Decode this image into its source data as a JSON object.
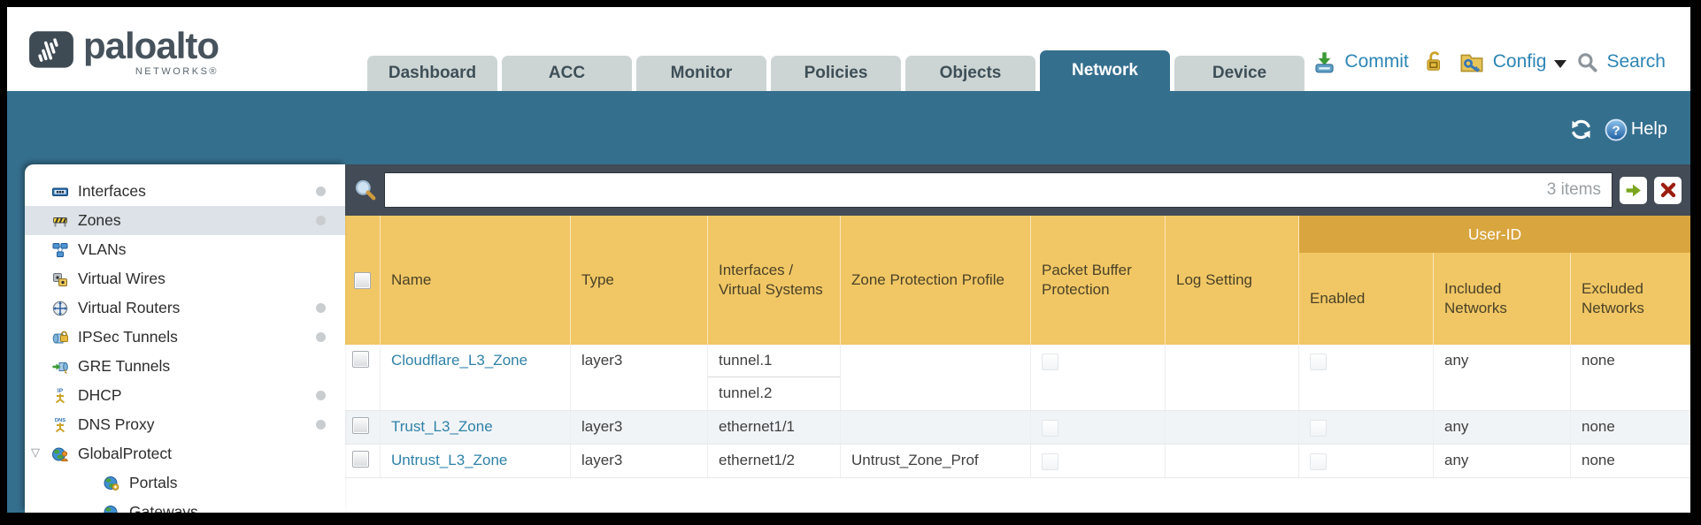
{
  "app": {
    "brand": "paloalto",
    "brand_sub": "NETWORKS®"
  },
  "nav": {
    "tabs": [
      {
        "label": "Dashboard",
        "active": false
      },
      {
        "label": "ACC",
        "active": false
      },
      {
        "label": "Monitor",
        "active": false
      },
      {
        "label": "Policies",
        "active": false
      },
      {
        "label": "Objects",
        "active": false
      },
      {
        "label": "Network",
        "active": true
      },
      {
        "label": "Device",
        "active": false
      }
    ],
    "actions": {
      "commit": "Commit",
      "config": "Config",
      "search": "Search"
    }
  },
  "toolbar": {
    "help": "Help"
  },
  "sidebar": {
    "items": [
      {
        "label": "Interfaces",
        "icon": "interfaces-icon",
        "selected": false,
        "has_status_dot": true,
        "indent": 0
      },
      {
        "label": "Zones",
        "icon": "zones-icon",
        "selected": true,
        "has_status_dot": true,
        "indent": 0
      },
      {
        "label": "VLANs",
        "icon": "vlans-icon",
        "selected": false,
        "has_status_dot": false,
        "indent": 0
      },
      {
        "label": "Virtual Wires",
        "icon": "virtual-wires-icon",
        "selected": false,
        "has_status_dot": false,
        "indent": 0
      },
      {
        "label": "Virtual Routers",
        "icon": "virtual-routers-icon",
        "selected": false,
        "has_status_dot": true,
        "indent": 0
      },
      {
        "label": "IPSec Tunnels",
        "icon": "ipsec-tunnels-icon",
        "selected": false,
        "has_status_dot": true,
        "indent": 0
      },
      {
        "label": "GRE Tunnels",
        "icon": "gre-tunnels-icon",
        "selected": false,
        "has_status_dot": false,
        "indent": 0
      },
      {
        "label": "DHCP",
        "icon": "dhcp-icon",
        "selected": false,
        "has_status_dot": true,
        "indent": 0
      },
      {
        "label": "DNS Proxy",
        "icon": "dns-proxy-icon",
        "selected": false,
        "has_status_dot": true,
        "indent": 0
      },
      {
        "label": "GlobalProtect",
        "icon": "globalprotect-icon",
        "selected": false,
        "has_status_dot": false,
        "indent": 0,
        "expanded": true
      },
      {
        "label": "Portals",
        "icon": "portals-icon",
        "selected": false,
        "has_status_dot": false,
        "indent": 1
      },
      {
        "label": "Gateways",
        "icon": "gateways-icon",
        "selected": false,
        "has_status_dot": false,
        "indent": 1
      }
    ]
  },
  "filter": {
    "value": "",
    "count": "3 items"
  },
  "table": {
    "group_header": "User-ID",
    "columns": [
      "Name",
      "Type",
      "Interfaces / Virtual Systems",
      "Zone Protection Profile",
      "Packet Buffer Protection",
      "Log Setting",
      "Enabled",
      "Included Networks",
      "Excluded Networks"
    ],
    "rows": [
      {
        "name": "Cloudflare_L3_Zone",
        "type": "layer3",
        "interfaces": [
          "tunnel.1",
          "tunnel.2"
        ],
        "zone_protection_profile": "",
        "packet_buffer_protection_checked": false,
        "log_setting": "",
        "user_id_enabled_checked": false,
        "included_networks": "any",
        "excluded_networks": "none"
      },
      {
        "name": "Trust_L3_Zone",
        "type": "layer3",
        "interfaces": [
          "ethernet1/1"
        ],
        "zone_protection_profile": "",
        "packet_buffer_protection_checked": false,
        "log_setting": "",
        "user_id_enabled_checked": false,
        "included_networks": "any",
        "excluded_networks": "none"
      },
      {
        "name": "Untrust_L3_Zone",
        "type": "layer3",
        "interfaces": [
          "ethernet1/2"
        ],
        "zone_protection_profile": "Untrust_Zone_Prof",
        "packet_buffer_protection_checked": false,
        "log_setting": "",
        "user_id_enabled_checked": false,
        "included_networks": "any",
        "excluded_networks": "none"
      }
    ]
  },
  "icons": {
    "commit-icon": "green down-arrow into device tray",
    "lock-icon": "gold open padlock",
    "config-icon": "gold folder with blue key",
    "search-icon": "gray magnifier",
    "refresh-icon": "white circular arrows",
    "help-icon": "blue circle question mark",
    "filter-magnifier-icon": "blue lens gold handle",
    "apply-filter-icon": "green right arrow",
    "clear-filter-icon": "dark red X"
  },
  "colors": {
    "teal_band": "#356f8e",
    "slate_filter_bar": "#424b56",
    "table_header_gold": "#f1c765",
    "table_group_gold": "#d9a53e",
    "link_blue": "#2e81a8",
    "action_text_blue": "#2d85b5",
    "tab_inactive": "#cdd5d4",
    "sidebar_selected": "#dce2e7"
  }
}
